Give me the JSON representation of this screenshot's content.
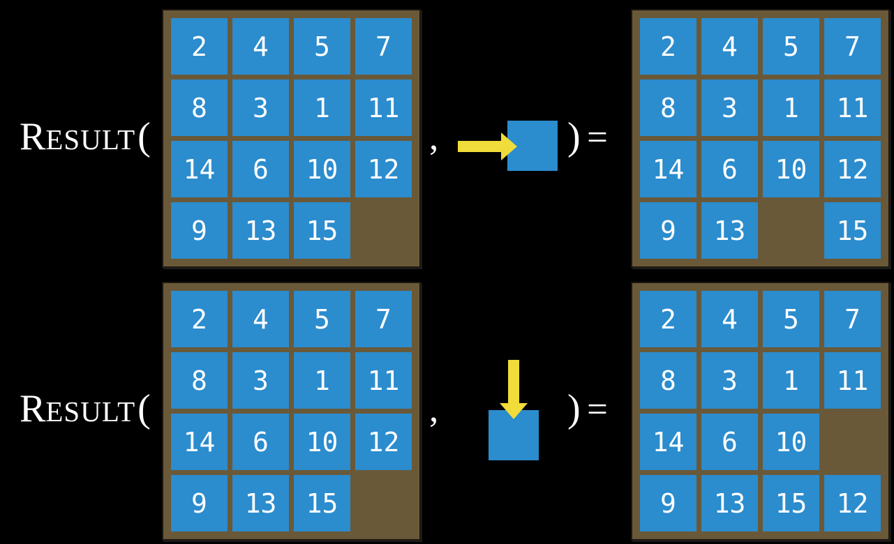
{
  "colors": {
    "background": "#000000",
    "board": "#6A5939",
    "board_border": "#1D1710",
    "tile_blue": "#2B8CCE",
    "arrow_yellow": "#F0DC3A",
    "text": "#FFFFFF"
  },
  "rows": [
    {
      "label": {
        "initial": "R",
        "small_caps": "ESULT",
        "open_paren": "("
      },
      "comma": ",",
      "close_paren": ")",
      "equals": "=",
      "action": {
        "direction": "right",
        "icon": "arrow-right-icon",
        "operand": "blank-tile-square"
      },
      "grids": {
        "input": [
          [
            "2",
            "4",
            "5",
            "7"
          ],
          [
            "8",
            "3",
            "1",
            "11"
          ],
          [
            "14",
            "6",
            "10",
            "12"
          ],
          [
            "9",
            "13",
            "15",
            ""
          ]
        ],
        "output": [
          [
            "2",
            "4",
            "5",
            "7"
          ],
          [
            "8",
            "3",
            "1",
            "11"
          ],
          [
            "14",
            "6",
            "10",
            "12"
          ],
          [
            "9",
            "13",
            "",
            "15"
          ]
        ]
      }
    },
    {
      "label": {
        "initial": "R",
        "small_caps": "ESULT",
        "open_paren": "("
      },
      "comma": ",",
      "close_paren": ")",
      "equals": "=",
      "action": {
        "direction": "down",
        "icon": "arrow-down-icon",
        "operand": "blank-tile-square"
      },
      "grids": {
        "input": [
          [
            "2",
            "4",
            "5",
            "7"
          ],
          [
            "8",
            "3",
            "1",
            "11"
          ],
          [
            "14",
            "6",
            "10",
            "12"
          ],
          [
            "9",
            "13",
            "15",
            ""
          ]
        ],
        "output": [
          [
            "2",
            "4",
            "5",
            "7"
          ],
          [
            "8",
            "3",
            "1",
            "11"
          ],
          [
            "14",
            "6",
            "10",
            ""
          ],
          [
            "9",
            "13",
            "15",
            "12"
          ]
        ]
      }
    }
  ]
}
